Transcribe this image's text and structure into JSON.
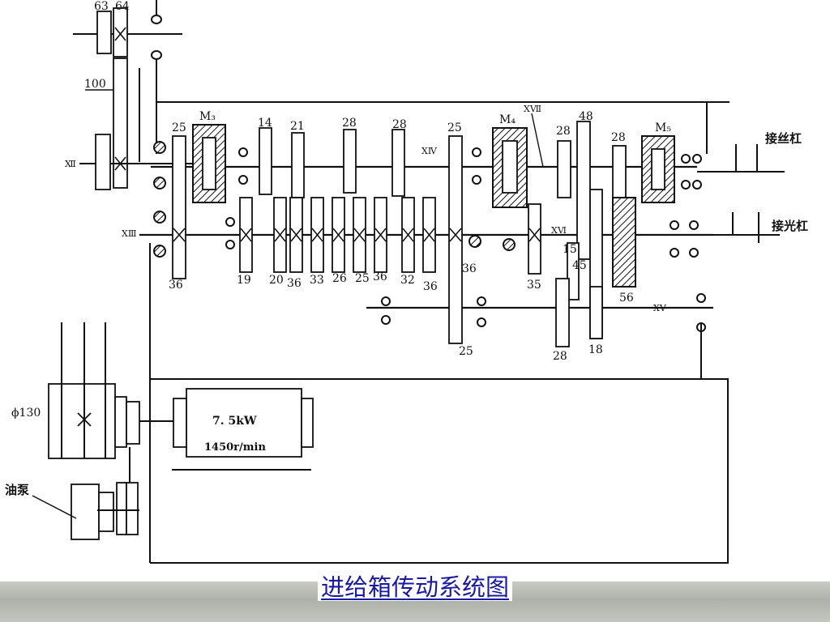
{
  "caption": "进给箱传动系统图",
  "motor": {
    "power": "7. 5kW",
    "speed": "1450r/min"
  },
  "labels": {
    "pulley_dia": "ϕ130",
    "oil_pump": "油泵",
    "to_leadscrew": "接丝杠",
    "to_feedrod": "接光杠",
    "clutch_m3": "M₃",
    "clutch_m4": "M₄",
    "clutch_m5": "M₅"
  },
  "shafts": {
    "xii": "Ⅻ",
    "xiii": "ⅩⅢ",
    "xiv": "ⅩⅣ",
    "xv": "ⅩⅤ",
    "xvi": "ⅩⅥ",
    "xvii": "ⅩⅦ"
  },
  "teeth": {
    "z63": "63",
    "z64": "64",
    "z100": "100",
    "z25a": "25",
    "z36a": "36",
    "z14": "14",
    "z19": "19",
    "z21": "21",
    "z20": "20",
    "z36b": "36",
    "z33": "33",
    "z26": "26",
    "z28a": "28",
    "z25b": "25",
    "z36c": "36",
    "z28b": "28",
    "z32": "32",
    "z36d": "36",
    "z25c": "25",
    "z36e": "36",
    "z25d": "25",
    "z35": "35",
    "z28c": "28",
    "z48": "48",
    "z15": "15",
    "z45": "45",
    "z28d": "28",
    "z56": "56",
    "z28e": "28",
    "z18": "18"
  }
}
